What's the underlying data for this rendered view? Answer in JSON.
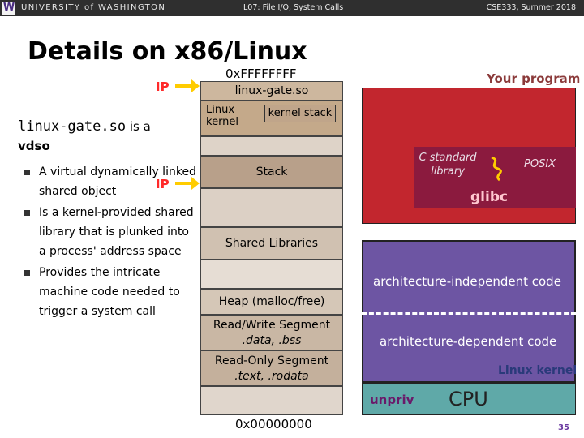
{
  "header": {
    "logo_text": "W",
    "university": "UNIVERSITY of WASHINGTON",
    "lecture": "L07: File I/O, System Calls",
    "course": "CSE333, Summer 2018"
  },
  "title": "Details on x86/Linux",
  "intro": {
    "code": "linux-gate.so",
    "text1": " is a",
    "text2": "vdso"
  },
  "bullets": [
    "A virtual dynamically linked shared object",
    "Is a kernel-provided shared library that is plunked into a process' address space",
    "Provides the intricate machine code needed to trigger a system call"
  ],
  "ip_label": "IP",
  "memory": {
    "top_address": "0xFFFFFFFF",
    "bottom_address": "0x00000000",
    "linux_gate": "linux-gate.so",
    "linux_kernel": "Linux kernel",
    "kernel_stack": "kernel stack",
    "stack": "Stack",
    "shared_libraries": "Shared Libraries",
    "heap": "Heap (malloc/free)",
    "rw_segment": "Read/Write Segment",
    "rw_sections": ".data, .bss",
    "ro_segment": "Read-Only Segment",
    "ro_sections": ".text, .rodata"
  },
  "diagram": {
    "your_program": "Your program",
    "c_standard_library": "C standard library",
    "posix": "POSIX",
    "glibc": "glibc",
    "arch_independent": "architecture-independent code",
    "arch_dependent": "architecture-dependent code",
    "linux_kernel": "Linux kernel",
    "unpriv": "unpriv",
    "cpu": "CPU"
  },
  "page_number": "35",
  "colors": {
    "header_bg": "#2f2f2f",
    "ip_red": "#ff2a2a",
    "arrow_yellow": "#ffcc00",
    "program_red": "#c2262e",
    "glibc_maroon": "#8b1a3e",
    "kernel_purple": "#6d55a3",
    "cpu_teal": "#5fa9a8"
  }
}
